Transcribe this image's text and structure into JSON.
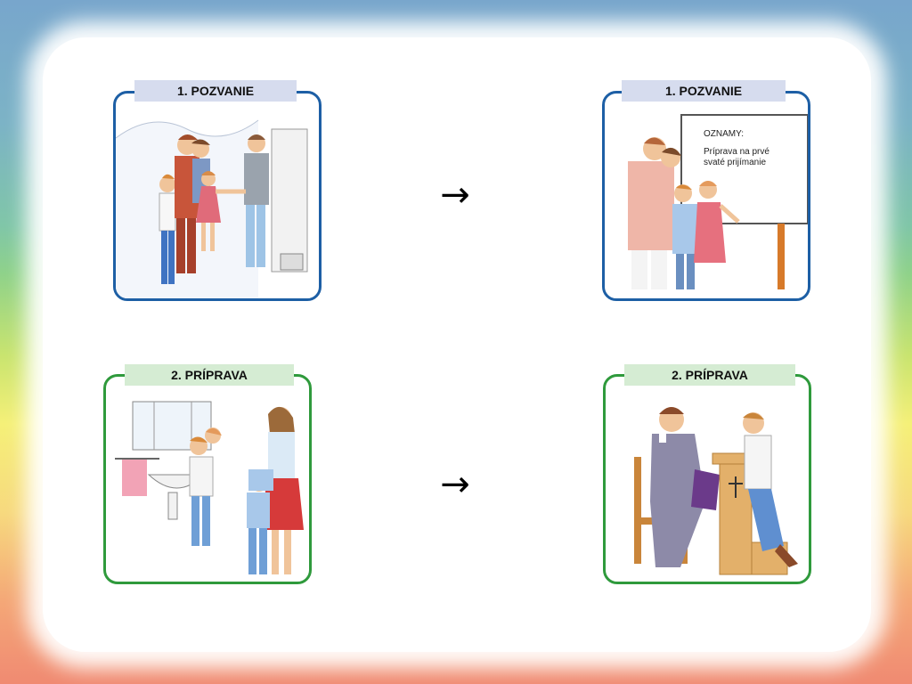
{
  "panels": [
    {
      "label": "1. POZVANIE",
      "scene": "family-greeting-illustration"
    },
    {
      "label": "1. POZVANIE",
      "scene": "notice-board-illustration",
      "board": {
        "heading": "OZNAMY:",
        "text": "Príprava na prvé svaté prijímanie"
      }
    },
    {
      "label": "2. PRÍPRAVA",
      "scene": "bathroom-preparation-illustration"
    },
    {
      "label": "2. PRÍPRAVA",
      "scene": "confession-illustration"
    }
  ],
  "arrows": [
    "→",
    "→"
  ],
  "colors": {
    "blue_border": "#1d5fa5",
    "green_border": "#2f9a3c",
    "blue_label": "#d6dcee",
    "green_label": "#d5ecd3"
  }
}
